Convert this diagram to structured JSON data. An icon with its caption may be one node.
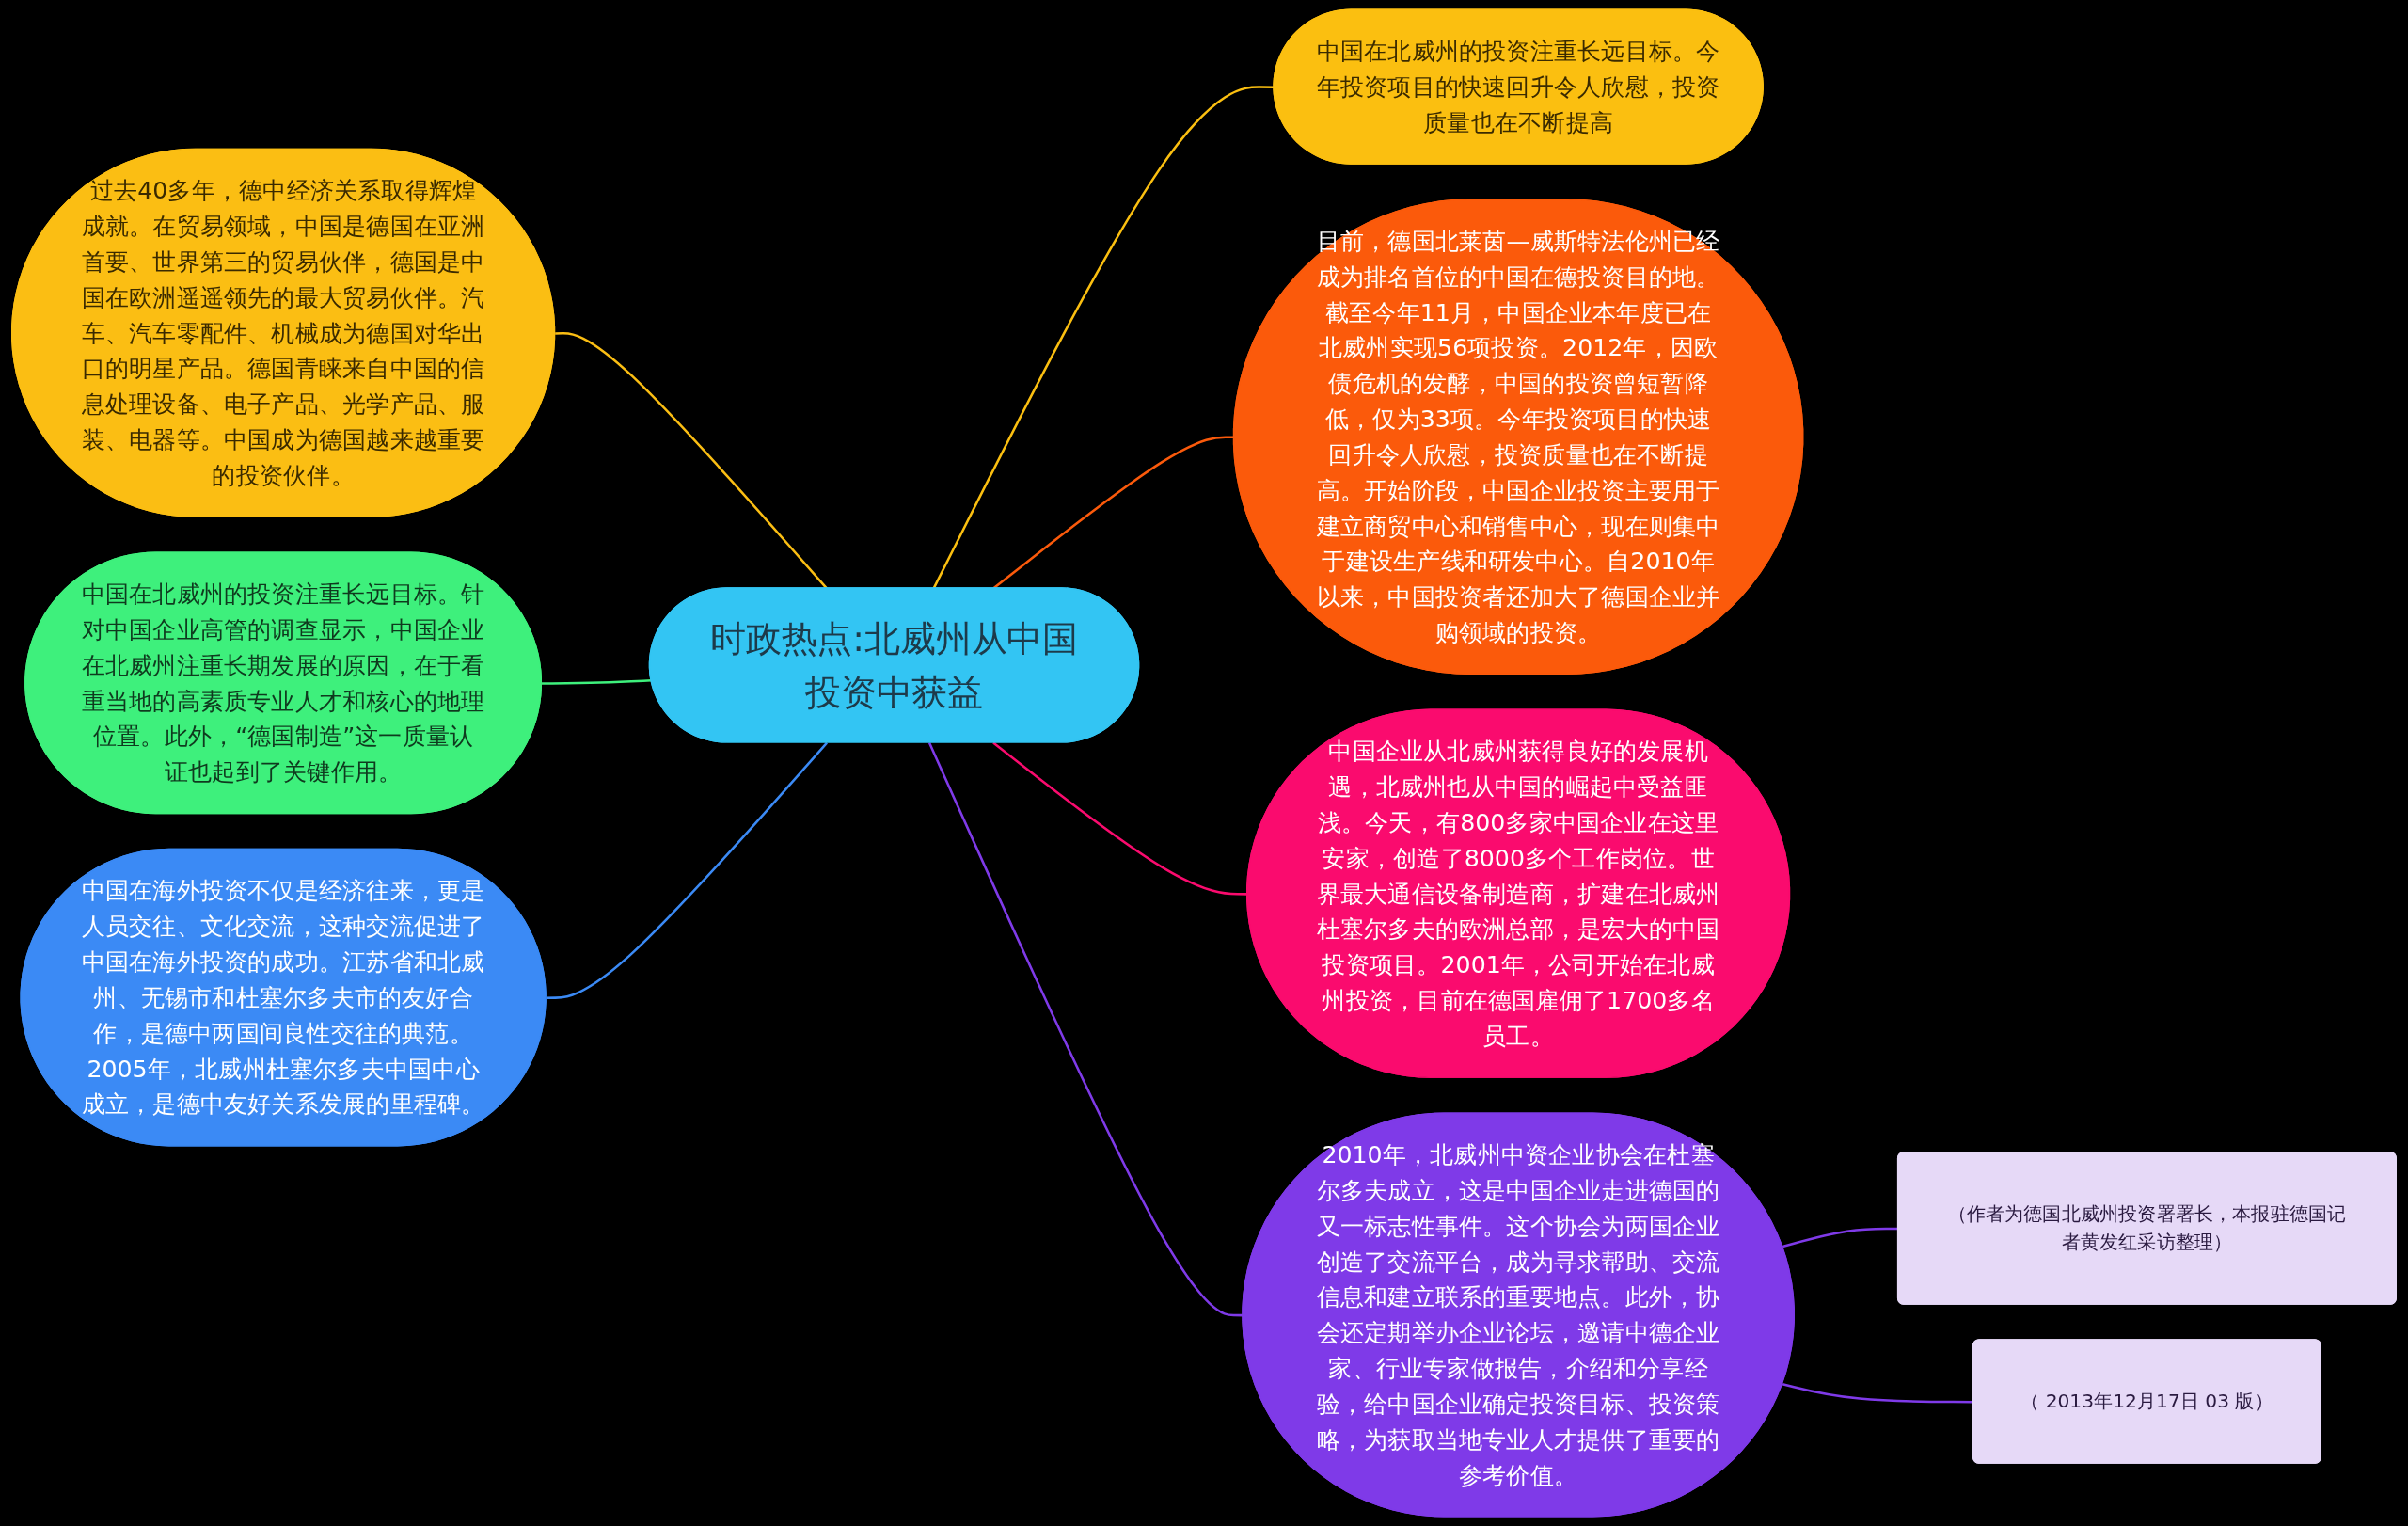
{
  "diagram": {
    "nodes": [
      {
        "text": [
          "时政热点:北威州从中国投资中获益"
        ]
      },
      {
        "text": [
          "中国在北威州的投资注重长远目标。今年投资项目的快速回升令人欣慰，投资质量也在不断提高"
        ]
      },
      {
        "text": [
          "目前，德国北莱茵—威斯特法伦州已经成为排名首位的中国在德投资目的地。截至今年11月，中国企业本年度已在北威州实现56项投资。2012年，因欧债危机的发酵，中国的投资曾短暂降低，仅为33项。今年投资项目的快速回升令人欣慰，投资质量也在不断提高。开始阶段，中国企业投资主要用于建立商贸中心和销售中心，现在则集中于建设生产线和研发中心。自2010年以来，中国投资者还加大了德国企业并购领域的投资。"
        ]
      },
      {
        "text": [
          "中国企业从北威州获得良好的发展机遇，北威州也从中国的崛起中受益匪浅。今天，有800多家中国企业在这里安家，创造了8000多个工作岗位。世界最大通信设备制造商，扩建在北威州杜塞尔多夫的欧洲总部，是宏大的中国投资项目。2001年，公司开始在北威州投资，目前在德国雇佣了1700多名员工。"
        ]
      },
      {
        "text": [
          "2010年，北威州中资企业协会在杜塞尔多夫成立，这是中国企业走进德国的又一标志性事件。这个协会为两国企业创造了交流平台，成为寻求帮助、交流信息和建立联系的重要地点。此外，协会还定期举办企业论坛，邀请中德企业家、行业专家做报告，介绍和分享经验，给中国企业确定投资目标、投资策略，为获取当地专业人才提供了重要的参考价值。"
        ]
      },
      {
        "text": [
          "（作者为德国北威州投资署署长，本报驻德国记者黄发红采访整理）"
        ]
      },
      {
        "text": [
          "（ 2013年12月17日 03 版）"
        ]
      },
      {
        "text": [
          "过去40多年，德中经济关系取得辉煌成就。在贸易领域，中国是德国在亚洲首要、世界第三的贸易伙伴，德国是中国在欧洲遥遥领先的最大贸易伙伴。汽车、汽车零配件、机械成为德国对华出口的明星产品。德国青睐来自中国的信息处理设备、电子产品、光学产品、服装、电器等。中国成为德国越来越重要的投资伙伴。"
        ]
      },
      {
        "text": [
          "中国在北威州的投资注重长远目标。针对中国企业高管的调查显示，中国企业在北威州注重长期发展的原因，在于看重当地的高素质专业人才和核心的地理位置。此外，“德国制造”这一质量认证也起到了关键作用。"
        ]
      },
      {
        "text": [
          "中国在海外投资不仅是经济往来，更是人员交往、文化交流，这种交流促进了中国在海外投资的成功。江苏省和北威州、无锡市和杜塞尔多夫市的友好合作，是德中两国间良性交往的典范。2005年，北威州杜塞尔多夫中国中心成立，是德中友好关系发展的里程碑。"
        ]
      }
    ],
    "edges": [
      {
        "from": 0,
        "to": 1,
        "arrow": "none",
        "color": "#fbbf10"
      },
      {
        "from": 0,
        "to": 2,
        "arrow": "none",
        "color": "#fb5a0b"
      },
      {
        "from": 0,
        "to": 3,
        "arrow": "none",
        "color": "#fa0b6e"
      },
      {
        "from": 0,
        "to": 4,
        "arrow": "none",
        "color": "#7f3ae8"
      },
      {
        "from": 4,
        "to": 5,
        "arrow": "none",
        "color": "#7f3ae8"
      },
      {
        "from": 4,
        "to": 6,
        "arrow": "none",
        "color": "#7f3ae8"
      },
      {
        "from": 7,
        "to": 0,
        "arrow": "none",
        "color": "#fbbe13"
      },
      {
        "from": 8,
        "to": 0,
        "arrow": "none",
        "color": "#3ef07c"
      },
      {
        "from": 9,
        "to": 0,
        "arrow": "none",
        "color": "#3b8af5"
      }
    ]
  }
}
